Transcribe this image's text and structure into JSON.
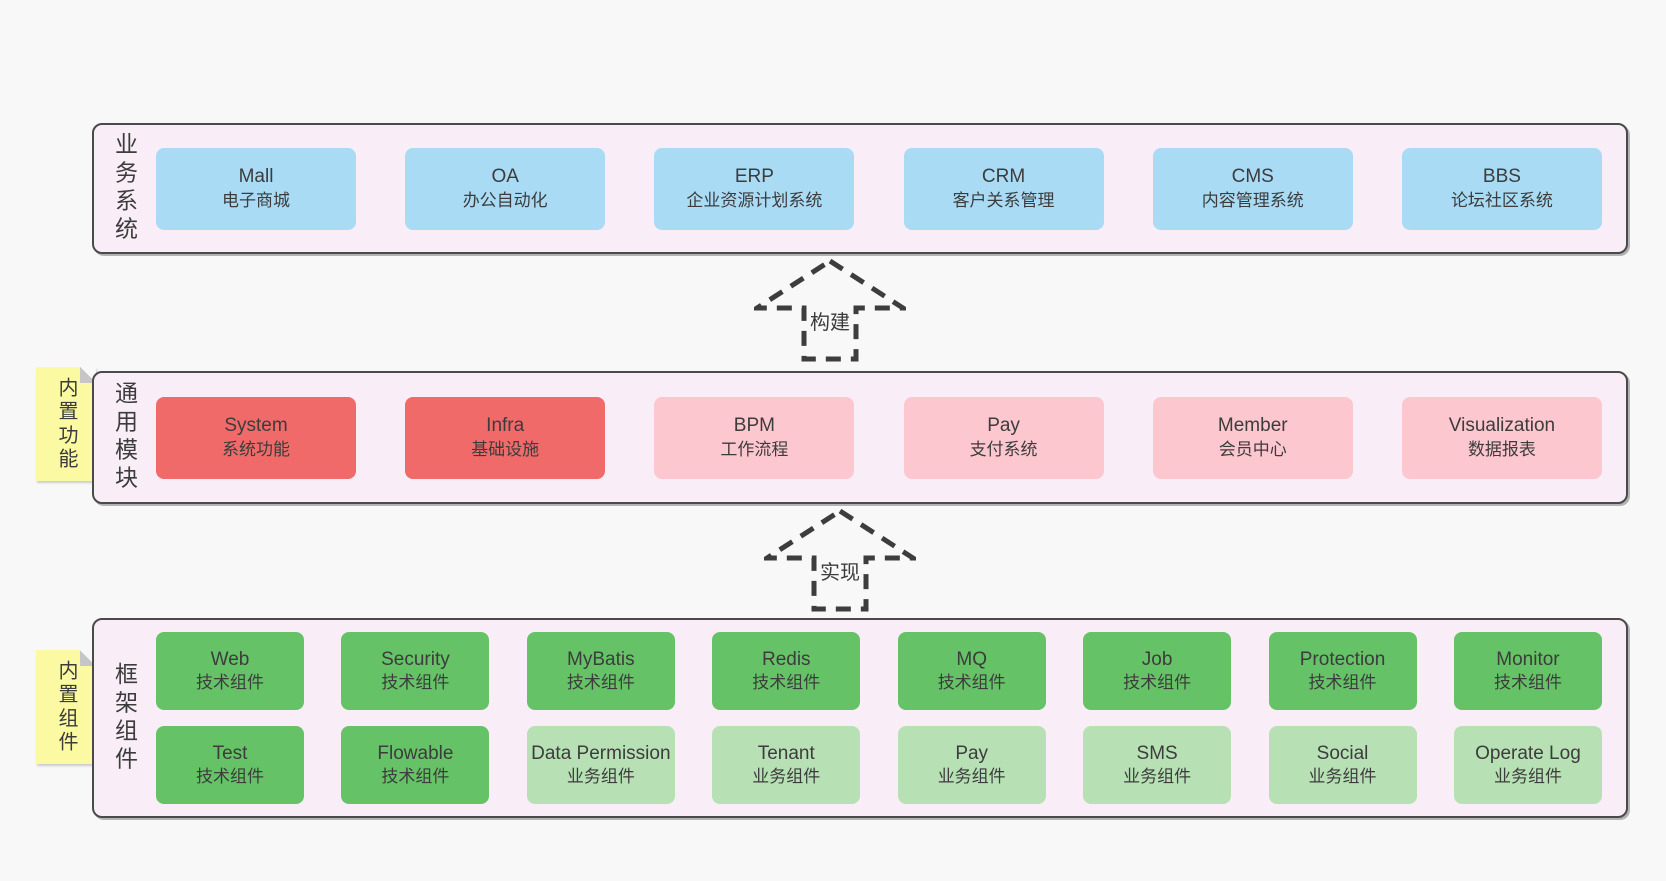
{
  "page": {
    "background": "#f8f8f8"
  },
  "colors": {
    "container_fill": "#f9eef7",
    "container_border": "#4a4a4a",
    "blue_box": "#a9dbf5",
    "red_box": "#f16a6a",
    "pink_box": "#fcc7cf",
    "green_box": "#66c267",
    "light_green_box": "#b7e1b5",
    "yellow_note": "#fbfaa3",
    "text": "#3c3c3c",
    "arrow_stroke": "#3d3d3d"
  },
  "arrows": [
    {
      "label": "构建"
    },
    {
      "label": "实现"
    }
  ],
  "layers": [
    {
      "id": "business",
      "label": "业务系统",
      "side_note": null,
      "rows": [
        [
          {
            "name": "Mall",
            "desc": "电子商城",
            "variant": "blue"
          },
          {
            "name": "OA",
            "desc": "办公自动化",
            "variant": "blue"
          },
          {
            "name": "ERP",
            "desc": "企业资源计划系统",
            "variant": "blue"
          },
          {
            "name": "CRM",
            "desc": "客户关系管理",
            "variant": "blue"
          },
          {
            "name": "CMS",
            "desc": "内容管理系统",
            "variant": "blue"
          },
          {
            "name": "BBS",
            "desc": "论坛社区系统",
            "variant": "blue"
          }
        ]
      ]
    },
    {
      "id": "modules",
      "label": "通用模块",
      "side_note": "内置功能",
      "rows": [
        [
          {
            "name": "System",
            "desc": "系统功能",
            "variant": "red"
          },
          {
            "name": "Infra",
            "desc": "基础设施",
            "variant": "red"
          },
          {
            "name": "BPM",
            "desc": "工作流程",
            "variant": "pink"
          },
          {
            "name": "Pay",
            "desc": "支付系统",
            "variant": "pink"
          },
          {
            "name": "Member",
            "desc": "会员中心",
            "variant": "pink"
          },
          {
            "name": "Visualization",
            "desc": "数据报表",
            "variant": "pink"
          }
        ]
      ]
    },
    {
      "id": "components",
      "label": "框架组件",
      "side_note": "内置组件",
      "rows": [
        [
          {
            "name": "Web",
            "desc": "技术组件",
            "variant": "green"
          },
          {
            "name": "Security",
            "desc": "技术组件",
            "variant": "green"
          },
          {
            "name": "MyBatis",
            "desc": "技术组件",
            "variant": "green"
          },
          {
            "name": "Redis",
            "desc": "技术组件",
            "variant": "green"
          },
          {
            "name": "MQ",
            "desc": "技术组件",
            "variant": "green"
          },
          {
            "name": "Job",
            "desc": "技术组件",
            "variant": "green"
          },
          {
            "name": "Protection",
            "desc": "技术组件",
            "variant": "green"
          },
          {
            "name": "Monitor",
            "desc": "技术组件",
            "variant": "green"
          }
        ],
        [
          {
            "name": "Test",
            "desc": "技术组件",
            "variant": "green"
          },
          {
            "name": "Flowable",
            "desc": "技术组件",
            "variant": "green"
          },
          {
            "name": "Data Permission",
            "desc": "业务组件",
            "variant": "green-light"
          },
          {
            "name": "Tenant",
            "desc": "业务组件",
            "variant": "green-light"
          },
          {
            "name": "Pay",
            "desc": "业务组件",
            "variant": "green-light"
          },
          {
            "name": "SMS",
            "desc": "业务组件",
            "variant": "green-light"
          },
          {
            "name": "Social",
            "desc": "业务组件",
            "variant": "green-light"
          },
          {
            "name": "Operate Log",
            "desc": "业务组件",
            "variant": "green-light"
          }
        ]
      ]
    }
  ]
}
